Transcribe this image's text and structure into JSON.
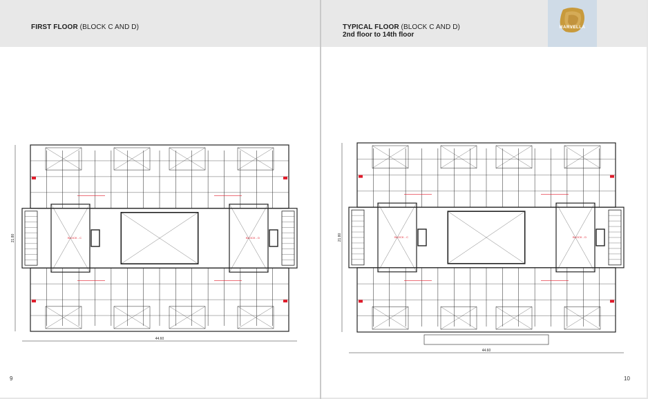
{
  "left_page": {
    "title_bold": "FIRST FLOOR",
    "title_rest": " (BLOCK C AND D)",
    "page_number": "9",
    "plan": {
      "width_dimension": "44.60",
      "height_dimension": "21.80",
      "block_labels": [
        "BLOCK - C",
        "BLOCK - D"
      ]
    }
  },
  "right_page": {
    "title_bold": "TYPICAL FLOOR",
    "title_rest": " (BLOCK C AND D)",
    "subtitle": "2nd floor to 14th floor",
    "page_number": "10",
    "plan": {
      "width_dimension": "44.60",
      "height_dimension": "21.80",
      "block_labels": [
        "BLOCK - C",
        "BLOCK - D"
      ]
    }
  },
  "brand": {
    "logo_text": "MARVELLA"
  },
  "colors": {
    "header_bg": "#e8e8e8",
    "logo_bg": "#cfdbe7",
    "logo_gold": "#c89a3c",
    "plan_line": "#222222",
    "plan_accent": "#e01b2a"
  }
}
